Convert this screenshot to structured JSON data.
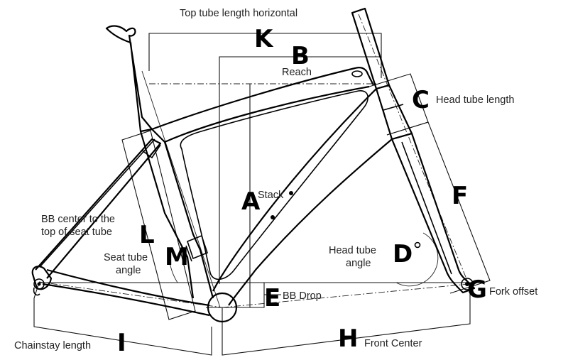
{
  "letters": {
    "A": "A",
    "B": "B",
    "C": "C",
    "D": "D",
    "E": "E",
    "F": "F",
    "G": "G",
    "H": "H",
    "I": "I",
    "K": "K",
    "L": "L",
    "M": "M"
  },
  "labels": {
    "top_tube": "Top tube length horizontal",
    "reach": "Reach",
    "head_tube_length": "Head tube length",
    "stack": "Stack",
    "bb_center_line1": "BB center to the",
    "bb_center_line2": "top of seat tube",
    "seat_tube_line1": "Seat tube",
    "seat_tube_line2": "angle",
    "head_tube_angle_line1": "Head tube",
    "head_tube_angle_line2": "angle",
    "bb_drop": "BB Drop",
    "fork_offset": "Fork offset",
    "chainstay": "Chainstay length",
    "front_center": "Front Center"
  }
}
